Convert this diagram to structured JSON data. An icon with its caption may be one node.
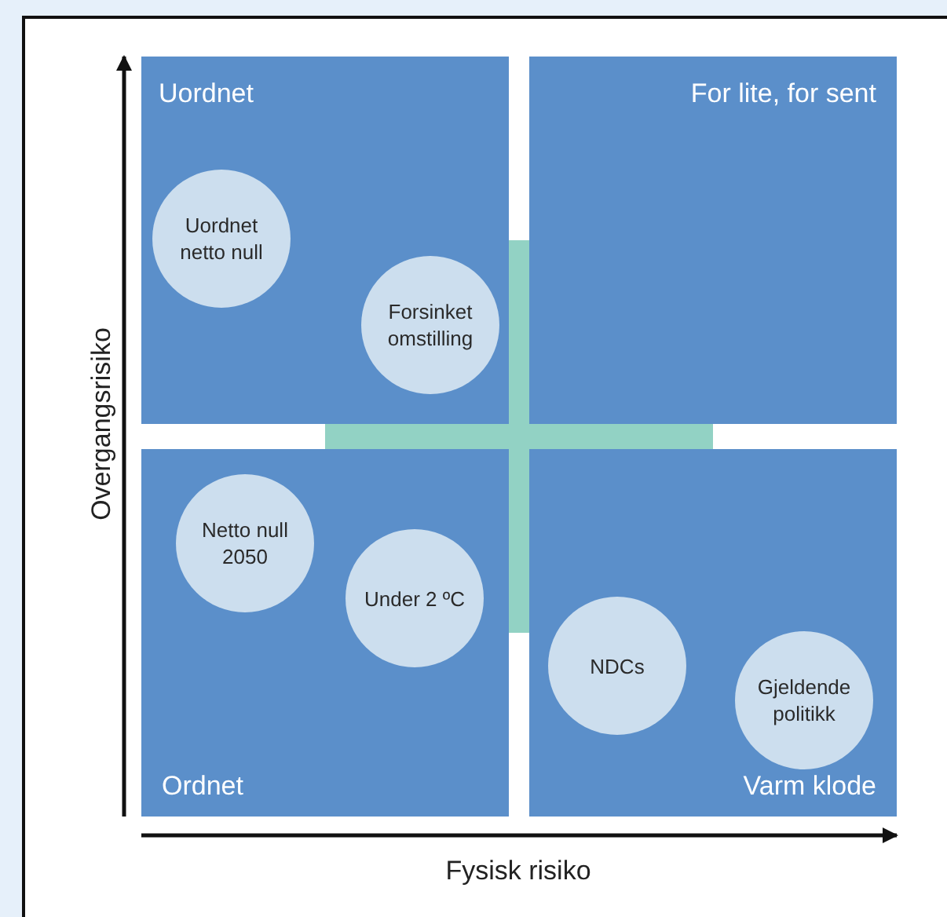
{
  "diagram": {
    "nodes": [
      {
        "text": [
          "Uordnet"
        ]
      },
      {
        "text": [
          "Uordnet netto null"
        ],
        "in": 0
      },
      {
        "text": [
          "Forsinket omstilling"
        ],
        "in": 0
      },
      {
        "text": [
          "For lite, for sent"
        ]
      },
      {
        "text": [
          "Ordnet"
        ]
      },
      {
        "text": [
          "Netto null 2050"
        ],
        "in": 4
      },
      {
        "text": [
          "Under 2 ºC"
        ],
        "in": 4
      },
      {
        "text": [
          "Varm klode"
        ]
      },
      {
        "text": [
          "NDCs"
        ],
        "in": 7
      },
      {
        "text": [
          "Gjeldende politikk"
        ],
        "in": 7
      }
    ],
    "edges": [],
    "labels": [
      "Overgangsrisiko",
      "Fysisk risiko"
    ]
  }
}
